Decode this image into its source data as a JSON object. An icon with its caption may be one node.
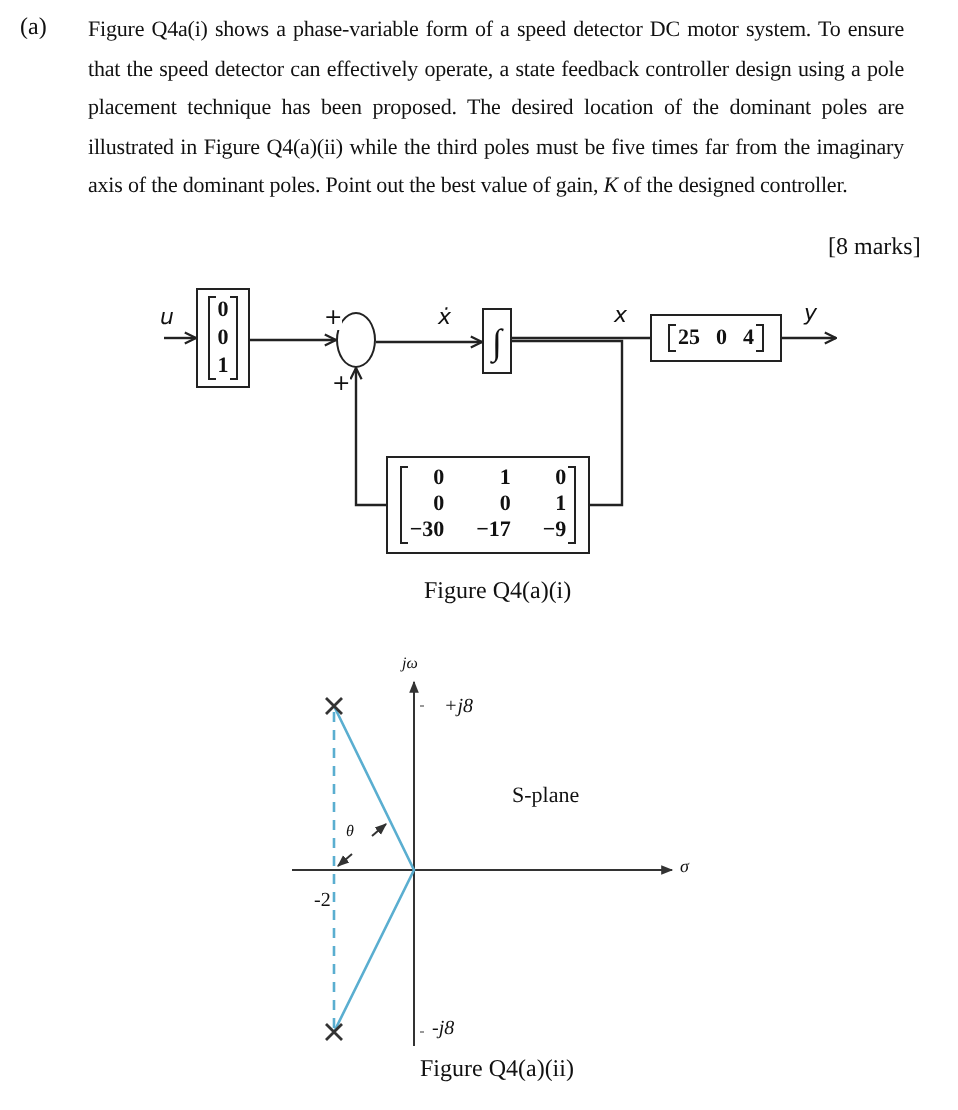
{
  "diagram": {
    "nodes": [
      {
        "text": [
          "0",
          "0",
          "1"
        ]
      },
      {
        "text": [],
        "shape": "circle"
      },
      {
        "text": [
          "∫"
        ]
      },
      {
        "text": [
          "25",
          "0",
          "4"
        ]
      },
      {
        "text": [
          "0",
          "1",
          "0",
          "0",
          "0",
          "1",
          "−30",
          "−17",
          "−9"
        ]
      }
    ],
    "edges": [
      {
        "from": null,
        "to": 0,
        "arrow": "to",
        "label": "u"
      },
      {
        "from": 0,
        "to": 1,
        "arrow": "to",
        "label": "+"
      },
      {
        "from": 1,
        "to": 2,
        "arrow": "to",
        "label": "ẋ"
      },
      {
        "from": 2,
        "to": 3,
        "arrow": "none",
        "label": "x"
      },
      {
        "from": 3,
        "to": null,
        "arrow": "to",
        "label": "y"
      },
      {
        "from": 2,
        "to": 4,
        "arrow": "none"
      },
      {
        "from": 4,
        "to": 1,
        "arrow": "to",
        "label": "+"
      }
    ],
    "labels": [
      "(a)",
      "Figure Q4a(i) shows a phase-variable form of a speed detector DC motor system. To ensure that the speed detector can effectively operate, a state feedback controller design using a pole placement technique has been proposed. The desired location of the dominant poles are illustrated in Figure Q4(a)(ii) while the third poles must be five times far from the imaginary axis of the dominant poles. Point out the best value of gain, *K* of the designed controller.",
      "[8 marks]",
      "Figure Q4(a)(i)",
      "jω",
      "+j8",
      "S-plane",
      "θ",
      "σ",
      "-2",
      "-j8",
      "Figure Q4(a)(ii)"
    ]
  }
}
